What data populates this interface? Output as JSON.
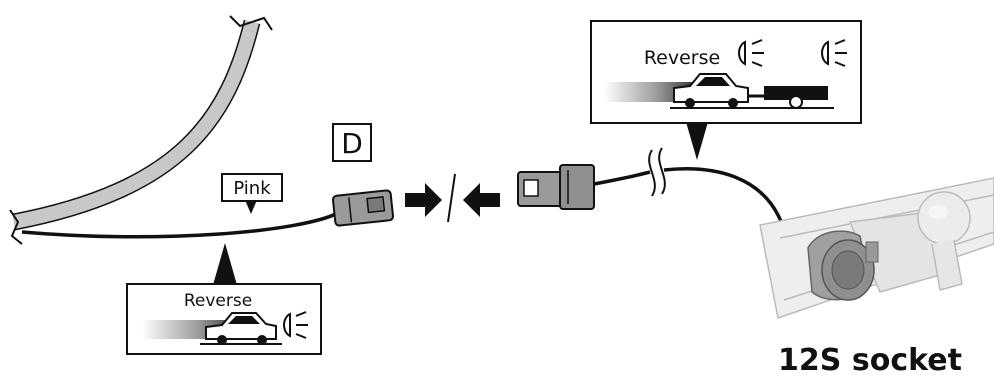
{
  "wire_label": "Pink",
  "connector_letter": "D",
  "callout_left": {
    "text": "Reverse"
  },
  "callout_right": {
    "text": "Reverse"
  },
  "socket_label": "12S socket",
  "colors": {
    "wire": "#111111",
    "harness_grey": "#c8c8c8",
    "connector_grey": "#9a9a9a",
    "socket_grey": "#8f8f8f",
    "trailer_grey": "#eeeeee"
  },
  "icons": [
    "light-beam-icon",
    "car-icon",
    "trailer-icon",
    "arrow-right-icon",
    "arrow-left-icon",
    "cut-mark-icon",
    "tow-bar-icon"
  ]
}
